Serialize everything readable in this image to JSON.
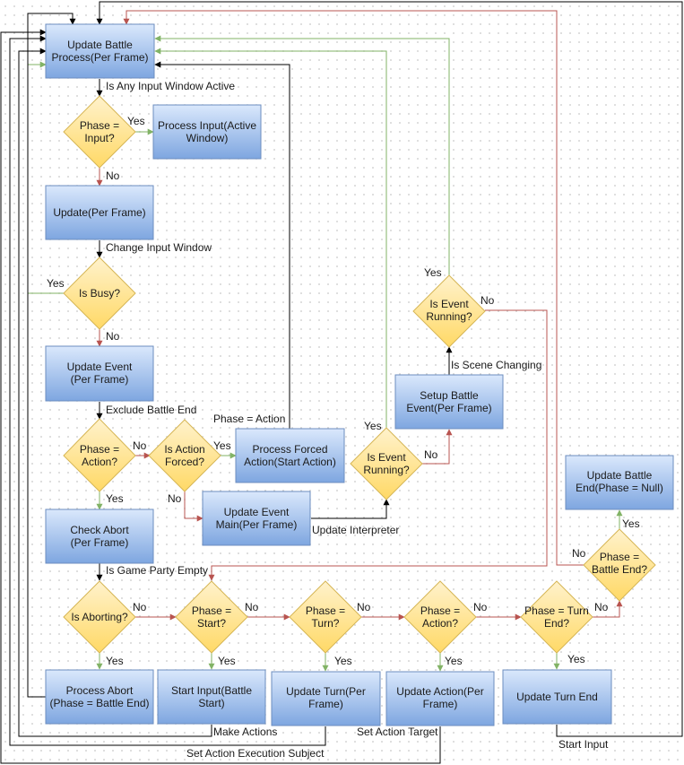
{
  "nodes": {
    "update_battle": [
      "Update Battle",
      "Process(Per Frame)"
    ],
    "phase_input": [
      "Phase =",
      "Input?"
    ],
    "process_input": [
      "Process Input(Active",
      "Window)"
    ],
    "update_frame": [
      "Update(Per Frame)"
    ],
    "is_busy": [
      "Is Busy?"
    ],
    "update_event": [
      "Update Event",
      "(Per Frame)"
    ],
    "phase_action_1": [
      "Phase =",
      "Action?"
    ],
    "is_action_forced": [
      "Is Action",
      "Forced?"
    ],
    "process_forced": [
      "Process Forced",
      "Action(Start Action)"
    ],
    "update_event_main": [
      "Update Event",
      "Main(Per Frame)"
    ],
    "event_running_1": [
      "Is Event",
      "Running?"
    ],
    "setup_battle_event": [
      "Setup Battle",
      "Event(Per Frame)"
    ],
    "event_running_2": [
      "Is Event",
      "Running?"
    ],
    "check_abort": [
      "Check Abort",
      "(Per Frame)"
    ],
    "update_battle_end": [
      "Update Battle",
      "End(Phase = Null)"
    ],
    "phase_battle_end": [
      "Phase =",
      "Battle End?"
    ],
    "is_aborting": [
      "Is Aborting?"
    ],
    "phase_start": [
      "Phase =",
      "Start?"
    ],
    "phase_turn": [
      "Phase =",
      "Turn?"
    ],
    "phase_action_2": [
      "Phase =",
      "Action?"
    ],
    "phase_turn_end": [
      "Phase = Turn",
      "End?"
    ],
    "process_abort": [
      "Process Abort",
      "(Phase = Battle End)"
    ],
    "start_input": [
      "Start Input(Battle",
      "Start)"
    ],
    "update_turn": [
      "Update Turn(Per",
      "Frame)"
    ],
    "update_action": [
      "Update Action(Per",
      "Frame)"
    ],
    "update_turn_end": [
      "Update Turn End"
    ]
  },
  "edge_labels": {
    "any_input_window": "Is Any Input Window Active",
    "yes_input": "Yes",
    "no_input": "No",
    "change_input_window": "Change Input Window",
    "yes_busy": "Yes",
    "no_busy": "No",
    "exclude_battle_end": "Exclude Battle End",
    "phase_eq_action": "Phase = Action",
    "no_action": "No",
    "yes_forced": "Yes",
    "no_forced": "No",
    "yes_action": "Yes",
    "update_interpreter": "Update Interpreter",
    "yes_event1": "Yes",
    "no_event1": "No",
    "is_scene_changing": "Is Scene Changing",
    "yes_event2": "Yes",
    "no_event2": "No",
    "is_game_party_empty": "Is Game Party Empty",
    "yes_battle_end": "Yes",
    "no_battle_end": "No",
    "no_aborting": "No",
    "yes_aborting": "Yes",
    "no_start": "No",
    "yes_start": "Yes",
    "no_turn": "No",
    "yes_turn": "Yes",
    "no_action2": "No",
    "yes_action2": "Yes",
    "no_turn_end": "No",
    "yes_turn_end": "Yes",
    "make_actions": "Make Actions",
    "set_action_target": "Set Action Target",
    "start_input": "Start Input",
    "set_action_execution_subject": "Set Action Execution Subject"
  },
  "colors": {
    "process_fill_top": "#dae8fc",
    "process_fill_bottom": "#7ea6e0",
    "process_stroke": "#6c8ebf",
    "decision_fill_top": "#fff2cc",
    "decision_fill_bottom": "#ffd966",
    "decision_stroke": "#d6b656",
    "edge_black": "#000000",
    "edge_red": "#b85450",
    "edge_green": "#82b366"
  }
}
